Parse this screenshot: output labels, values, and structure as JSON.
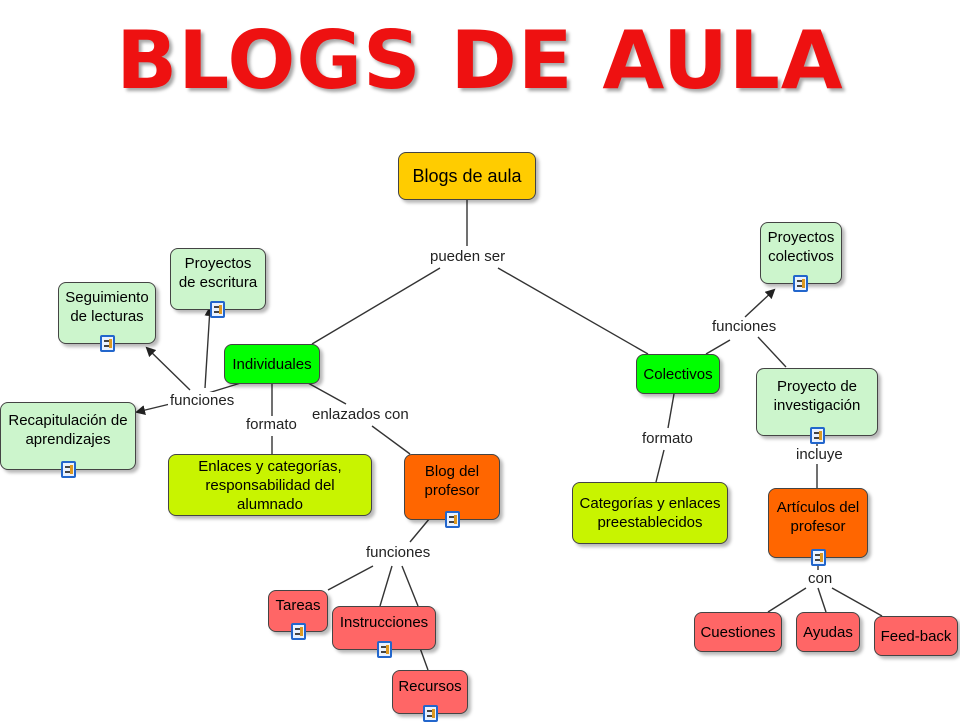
{
  "title": "BLOGS DE AULA",
  "nodes": {
    "blogs_de_aula": "Blogs de aula",
    "proyectos_escritura": "Proyectos de escritura",
    "seguimiento_lecturas": "Seguimiento de lecturas",
    "individuales": "Individuales",
    "recapitulacion": "Recapitulación de aprendizajes",
    "enlaces_categorias": "Enlaces y categorías, responsabilidad del alumnado",
    "blog_profesor": "Blog del profesor",
    "tareas": "Tareas",
    "instrucciones": "Instrucciones",
    "recursos": "Recursos",
    "colectivos": "Colectivos",
    "categorias_enlaces": "Categorías y enlaces preestablecidos",
    "proyectos_colectivos": "Proyectos colectivos",
    "proyecto_investigacion": "Proyecto de investigación",
    "articulos_profesor": "Artículos del profesor",
    "cuestiones": "Cuestiones",
    "ayudas": "Ayudas",
    "feedback": "Feed-back"
  },
  "links": {
    "pueden_ser": "pueden ser",
    "funciones_left": "funciones",
    "formato_left": "formato",
    "enlazados_con": "enlazados con",
    "funciones_profesor": "funciones",
    "funciones_right": "funciones",
    "formato_right": "formato",
    "incluye": "incluye",
    "con": "con"
  },
  "colors": {
    "title": "#ee1111",
    "root": "#ffcc00",
    "category": "#00ff00",
    "resource": "#ccf5cc",
    "format": "#c8f400",
    "teacher": "#ff6600",
    "item": "#ff6666"
  }
}
